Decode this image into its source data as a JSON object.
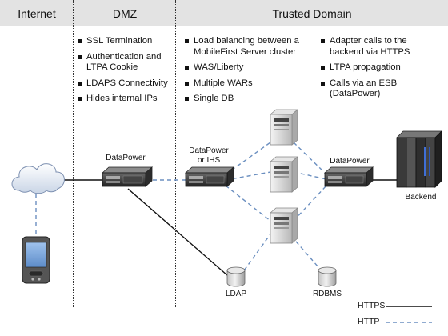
{
  "zones": {
    "internet": "Internet",
    "dmz": "DMZ",
    "trusted": "Trusted Domain"
  },
  "dmz_bullets": [
    "SSL Termination",
    "Authentication and LTPA Cookie",
    "LDAPS Connectivity",
    "Hides internal IPs"
  ],
  "trusted_bullets": [
    "Load balancing between a MobileFirst Server cluster",
    "WAS/Liberty",
    "Multiple WARs",
    "Single DB"
  ],
  "adapter_bullets": [
    "Adapter calls to the backend via HTTPS",
    "LTPA propagation",
    "Calls via an ESB (DataPower)"
  ],
  "nodes": {
    "datapower_dmz": "DataPower",
    "datapower_ihs": "DataPower or IHS",
    "datapower_esb": "DataPower",
    "backend": "Backend",
    "ldap": "LDAP",
    "rdbms": "RDBMS"
  },
  "icons": {
    "cloud": "cloud-icon",
    "device": "mobile-device-icon",
    "appliance": "appliance-icon",
    "server": "server-tower-icon",
    "database": "database-icon",
    "backend": "mainframe-icon"
  },
  "legend": {
    "https": "HTTPS",
    "http": "HTTP"
  },
  "colors": {
    "header": "#e3e3e3",
    "https_line": "#111111",
    "http_line": "#6b8fc0"
  }
}
